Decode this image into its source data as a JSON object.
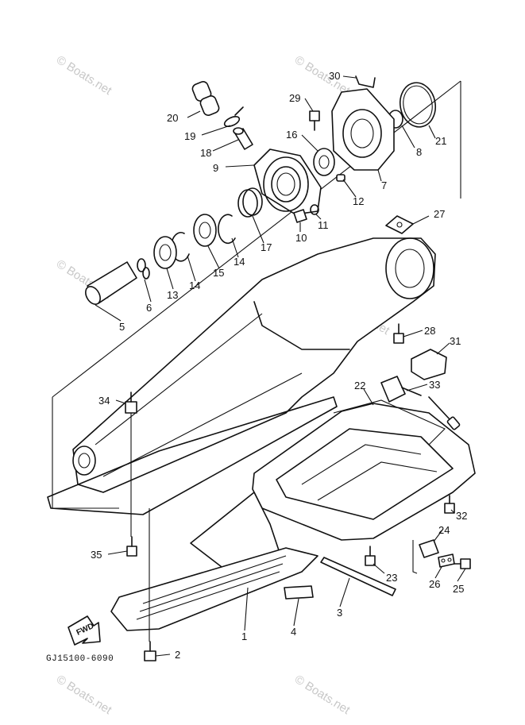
{
  "diagram": {
    "code": "GJ15100-6090",
    "fwd_label": "FWD",
    "watermark": "© Boats.net",
    "callouts": [
      "30",
      "29",
      "20",
      "19",
      "18",
      "16",
      "9",
      "21",
      "8",
      "7",
      "12",
      "11",
      "10",
      "17",
      "14",
      "15",
      "14",
      "13",
      "6",
      "5",
      "27",
      "28",
      "31",
      "33",
      "22",
      "34",
      "32",
      "24",
      "35",
      "23",
      "26",
      "25",
      "1",
      "3",
      "4",
      "2"
    ]
  }
}
